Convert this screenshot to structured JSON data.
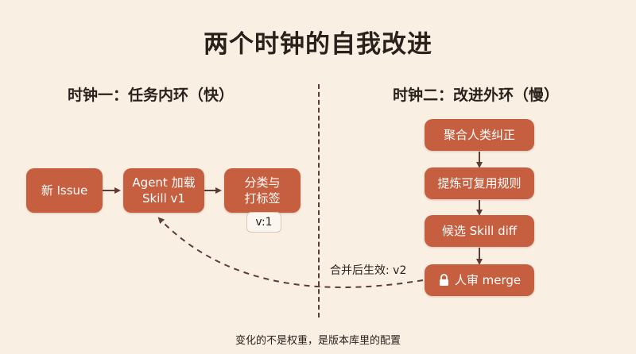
{
  "title": "两个时钟的自我改进",
  "left_section": {
    "title": "时钟一：任务内环（快）",
    "nodes": [
      "新 Issue",
      "Agent 加载\nSkill v1",
      "分类与\n打标签"
    ],
    "tag": "v:1"
  },
  "right_section": {
    "title": "时钟二：改进外环（慢）",
    "nodes": [
      "聚合人类纠正",
      "提炼可复用规则",
      "候选 Skill diff",
      "人审 merge"
    ]
  },
  "merge_label": "合并后生效: v2",
  "footer": "变化的不是权重，是版本库里的配置",
  "icons": {
    "review_node": "lock-icon"
  },
  "colors": {
    "node_fill": "#c65f3f",
    "background": "#f9efe3",
    "arrow": "#5c3d31"
  }
}
